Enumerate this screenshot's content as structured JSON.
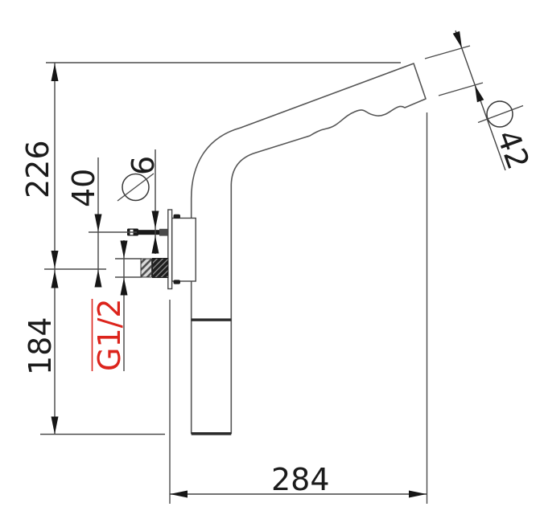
{
  "drawing": {
    "title": "wall-mounted-spout-dimension-drawing",
    "dimensions": {
      "total_height": "226",
      "screw_offset": "40",
      "lower_height": "184",
      "reach": "284",
      "spout_diameter": "42",
      "screw_diameter": "6",
      "thread": "G1/2"
    },
    "colors": {
      "line": "#4b4b4b",
      "outline": "#565656",
      "text": "#1b1b1b",
      "thread_red": "#dc241c",
      "background": "#ffffff"
    }
  }
}
